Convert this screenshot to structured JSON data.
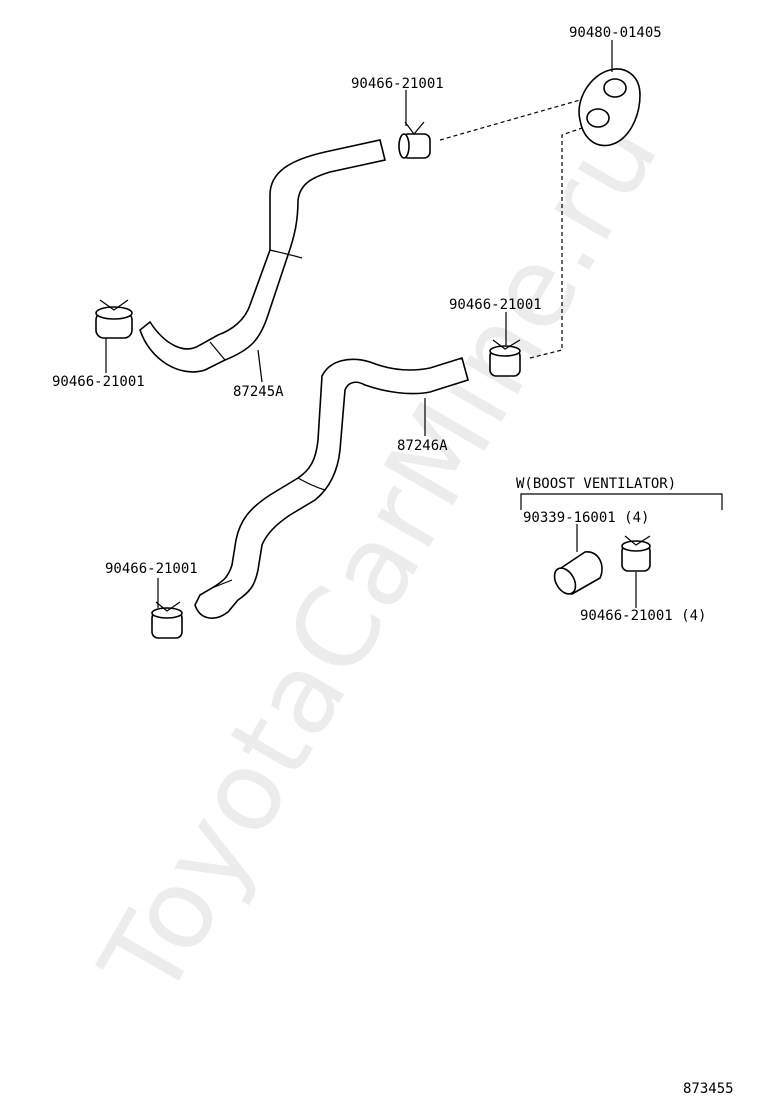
{
  "watermark": "ToyotaCarMine.ru",
  "diagram_id": "873455",
  "boost_ventilator": {
    "heading": "W(BOOST VENTILATOR)"
  },
  "labels": {
    "grommet": "90480-01405",
    "clamp_top": "90466-21001",
    "clamp_left": "90466-21001",
    "hose_upper": "87245A",
    "clamp_right": "90466-21001",
    "hose_lower": "87246A",
    "clamp_bottom": "90466-21001",
    "plug": "90339-16001 (4)",
    "clamp_boost": "90466-21001 (4)"
  }
}
